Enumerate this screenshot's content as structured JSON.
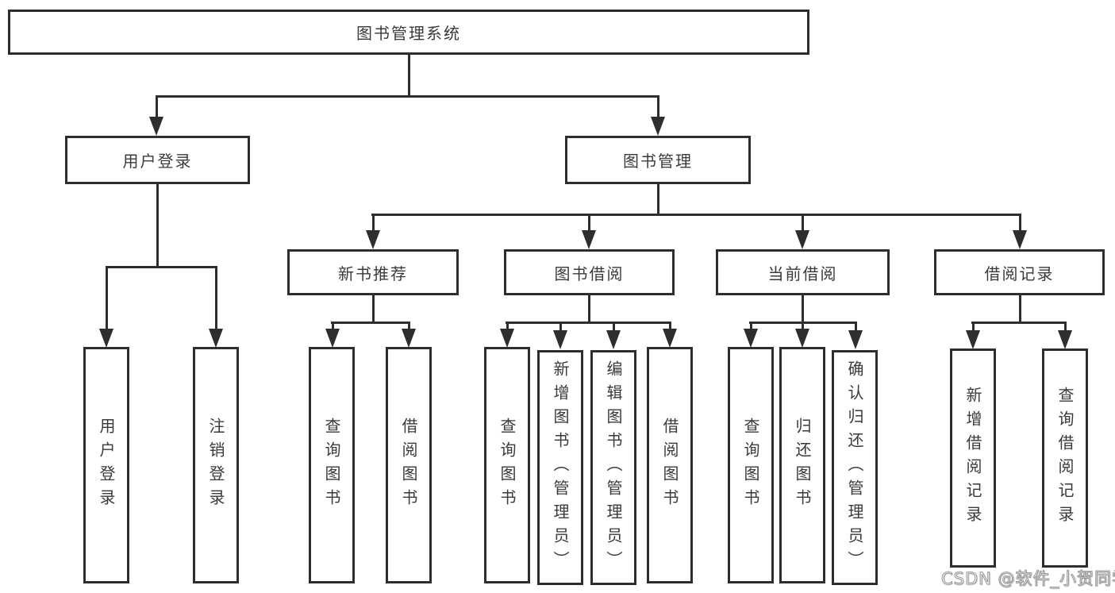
{
  "diagram": {
    "root": {
      "label": "图书管理系统"
    },
    "branches": [
      {
        "label": "用户登录",
        "children": [
          {
            "label": "用户登录"
          },
          {
            "label": "注销登录"
          }
        ]
      },
      {
        "label": "图书管理",
        "children": [
          {
            "label": "新书推荐",
            "children": [
              {
                "label": "查询图书"
              },
              {
                "label": "借阅图书"
              }
            ]
          },
          {
            "label": "图书借阅",
            "children": [
              {
                "label": "查询图书"
              },
              {
                "label": "新增图书（管理员）"
              },
              {
                "label": "编辑图书（管理员）"
              },
              {
                "label": "借阅图书"
              }
            ]
          },
          {
            "label": "当前借阅",
            "children": [
              {
                "label": "查询图书"
              },
              {
                "label": "归还图书"
              },
              {
                "label": "确认归还（管理员）"
              }
            ]
          },
          {
            "label": "借阅记录",
            "children": [
              {
                "label": "新增借阅记录"
              },
              {
                "label": "查询借阅记录"
              }
            ]
          }
        ]
      }
    ]
  },
  "watermark": {
    "text": "CSDN @软件_小贺同学"
  },
  "colors": {
    "line": "#2e2e2e",
    "text": "#3a3a3a",
    "background": "#ffffff"
  }
}
